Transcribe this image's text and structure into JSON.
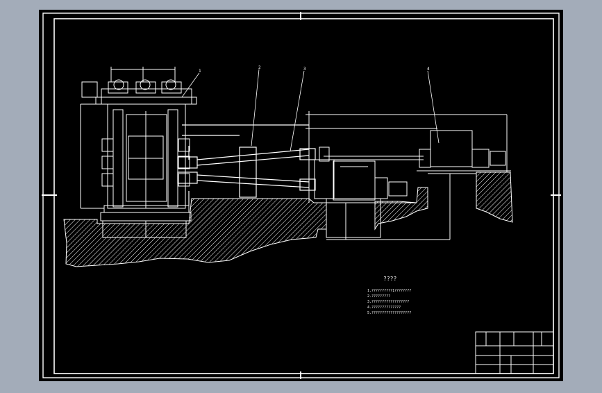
{
  "colors": {
    "outer_background": "#a3acb9",
    "drawing_background": "#000000",
    "linework": "#ffffff"
  },
  "drawing": {
    "notes_title": "????",
    "notes": [
      "1.??????????1????????",
      "2.?????????",
      "3.??????????????????",
      "4.??????????????",
      "5.???????????????????"
    ],
    "callouts": [
      "1",
      "2",
      "3",
      "4"
    ]
  }
}
